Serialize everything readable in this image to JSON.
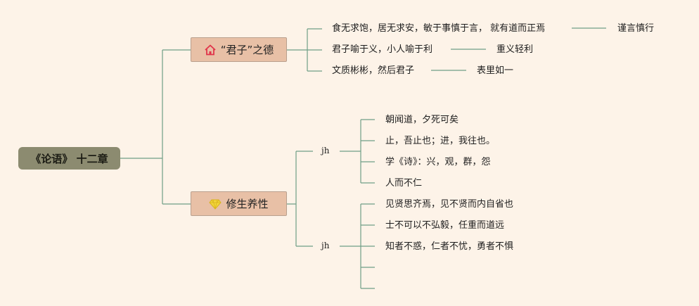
{
  "root": {
    "label": "《论语》 十二章"
  },
  "branches": [
    {
      "label": "“君子”之德",
      "icon": "house-icon",
      "icon_color": "#e0344a",
      "items": [
        {
          "text": "食无求饱，居无求安，敏于事慎于言， 就有道而正焉",
          "note": "谨言慎行"
        },
        {
          "text": "君子喻于义，小人喻于利",
          "note": "重义轻利"
        },
        {
          "text": "文质彬彬，然后君子",
          "note": "表里如一"
        }
      ]
    },
    {
      "label": "修生养性",
      "icon": "diamond-icon",
      "icon_color": "#f2d53a",
      "subgroups": [
        {
          "label": "jh",
          "items": [
            "朝闻道，夕死可矣",
            "止，吾止也；进，我往也。",
            "学《诗》：兴，观，群，怨",
            "人而不仁"
          ]
        },
        {
          "label": "jh",
          "items": [
            "见贤思齐焉，见不贤而内自省也",
            "士不可以不弘毅，任重而道远",
            "知者不惑，仁者不忧，勇者不惧",
            "",
            ""
          ]
        }
      ]
    }
  ],
  "colors": {
    "background": "#fdf3e8",
    "line": "#6f9e86",
    "root_fill": "#8c8b70",
    "branch_fill": "#e8c0a6"
  }
}
